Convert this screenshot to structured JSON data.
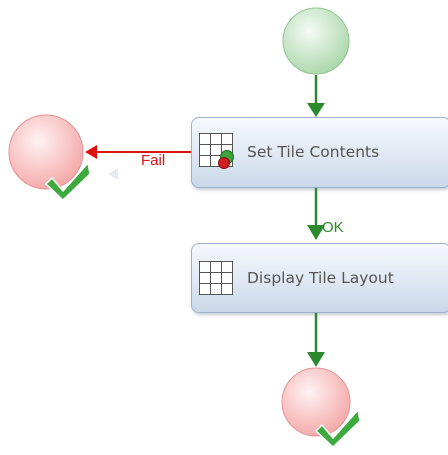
{
  "nodes": {
    "set_tile": {
      "label": "Set Tile Contents"
    },
    "display_tile": {
      "label": "Display Tile Layout"
    }
  },
  "connectors": {
    "fail_label": "Fail",
    "ok_label": "OK"
  },
  "colors": {
    "success_arrow": "#2c8a2c",
    "fail_arrow": "#dd1111",
    "start_fill": "#b8e0b8",
    "end_fill": "#f8b8b8",
    "check": "#3daa3d"
  }
}
